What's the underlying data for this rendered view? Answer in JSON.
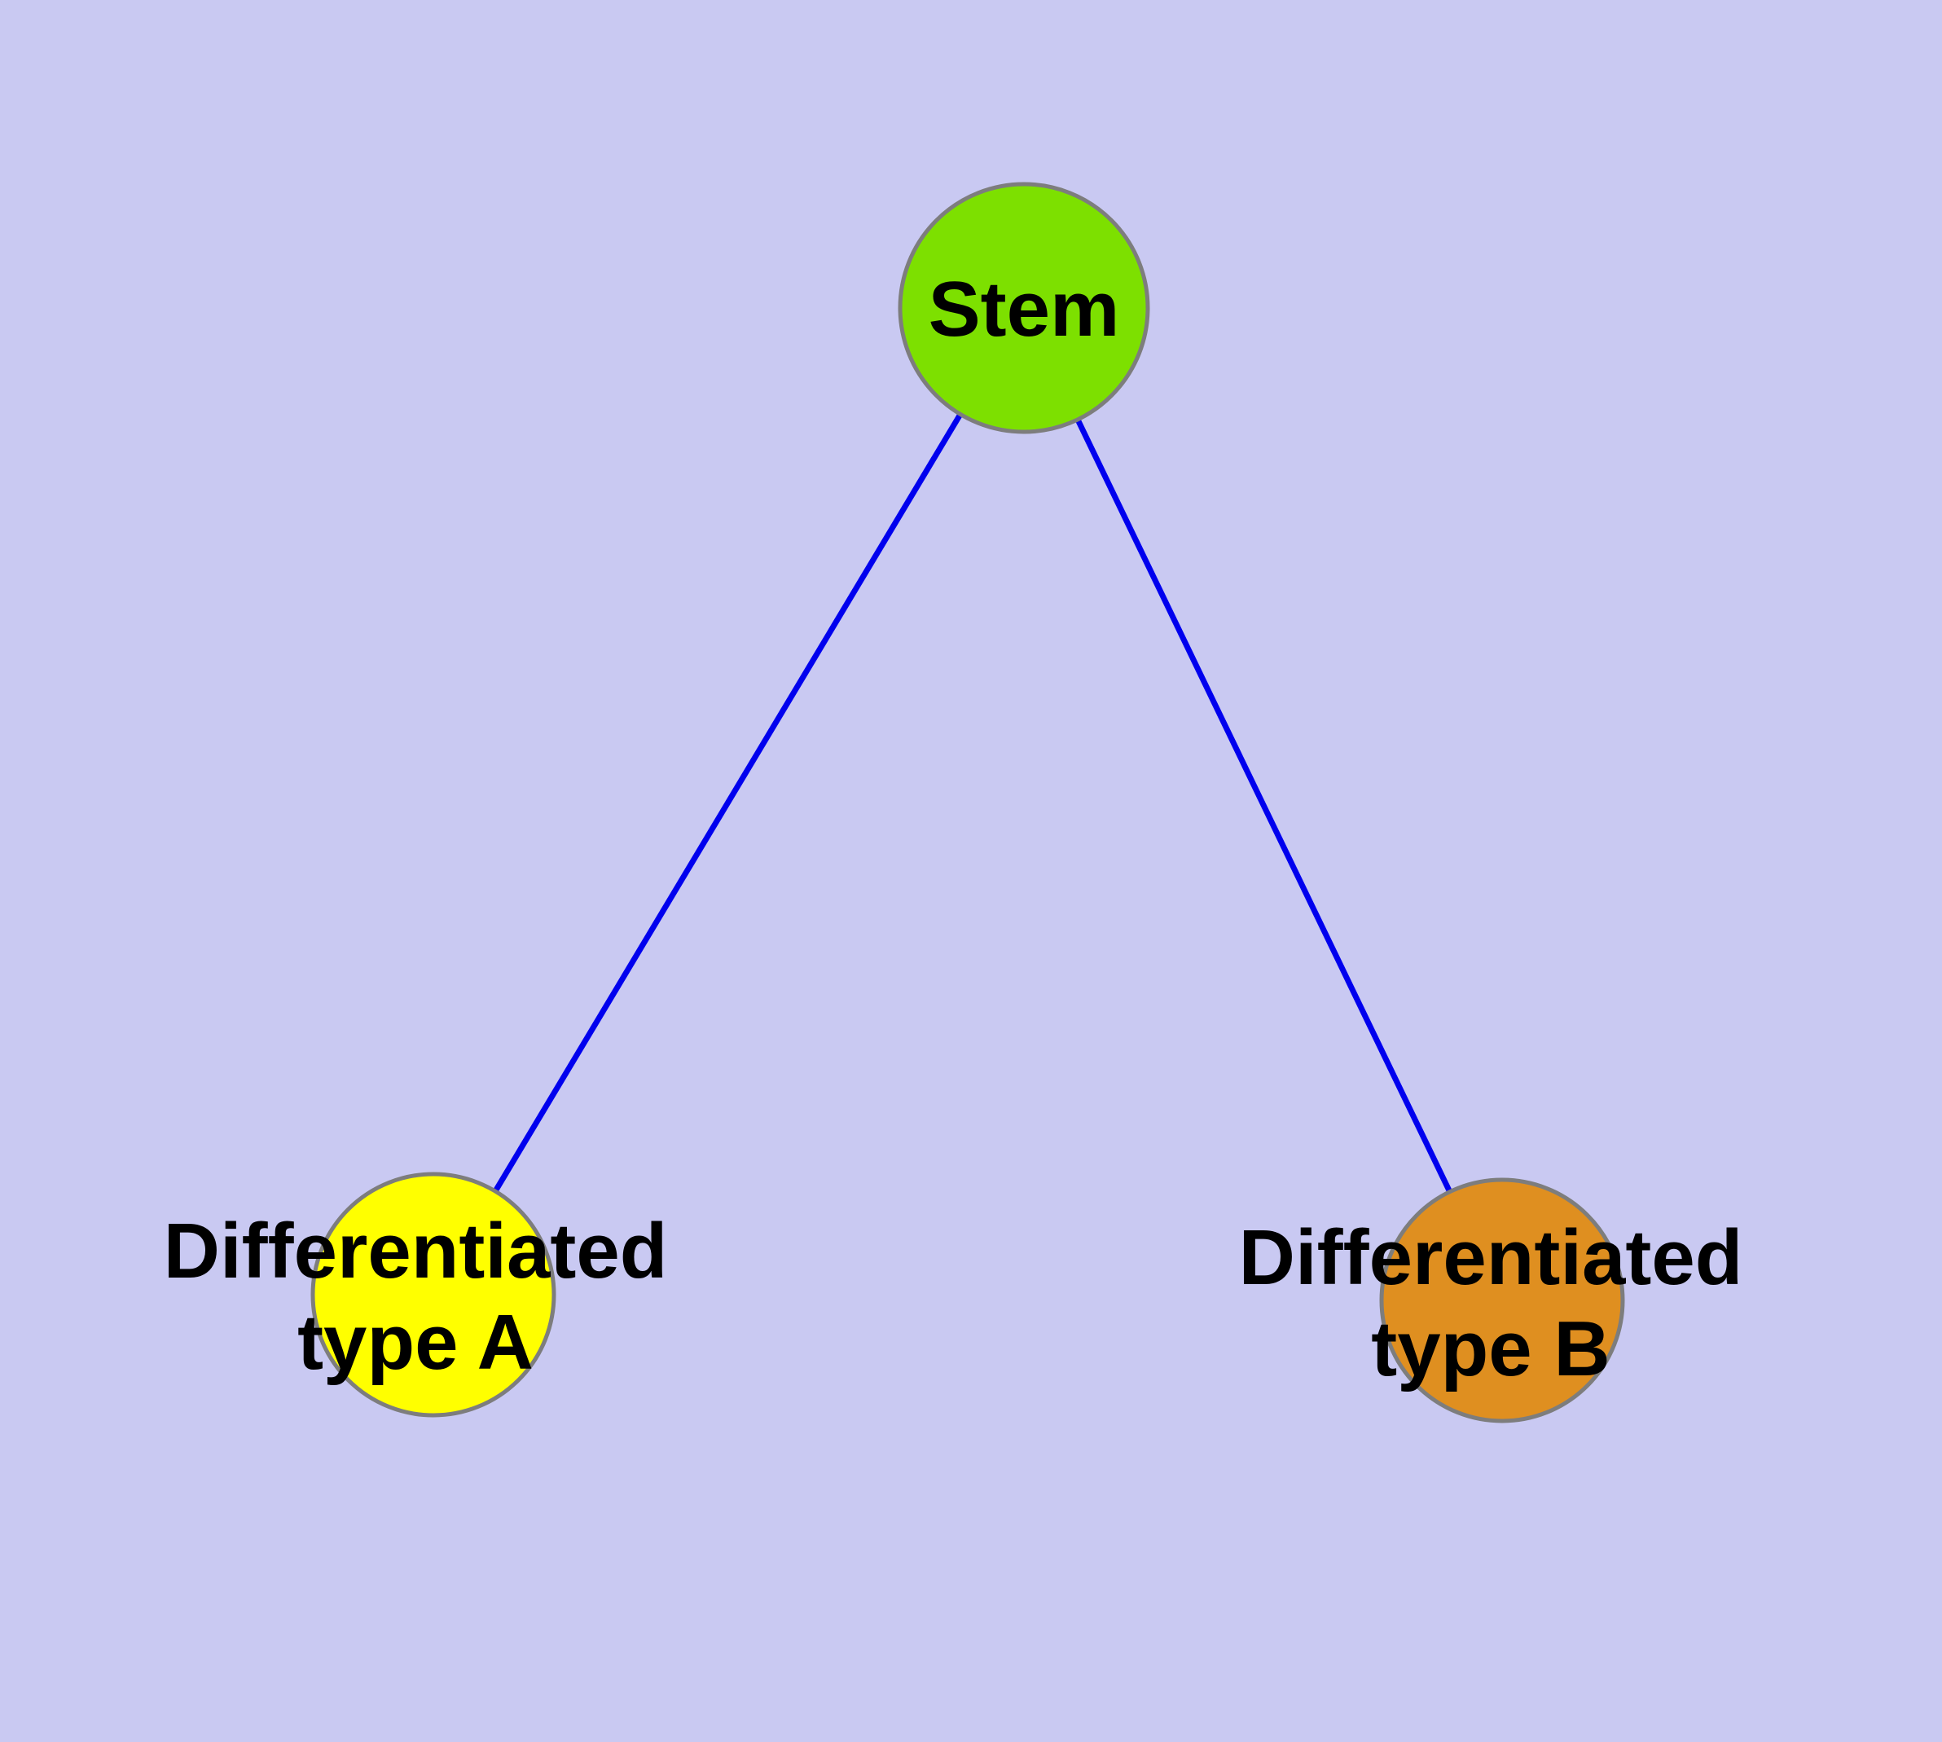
{
  "diagram": {
    "title": "",
    "background_color": "#c9c9f2",
    "edge_color": "#0000ee",
    "node_border_color": "#7d7d7d",
    "nodes": [
      {
        "id": "stem",
        "label": "Stem",
        "label_line1": "Stem",
        "label_line2": "",
        "color": "#7de000"
      },
      {
        "id": "type-a",
        "label": "Differentiated type A",
        "label_line1": "Differentiated",
        "label_line2": "type A",
        "color": "#ffff00"
      },
      {
        "id": "type-b",
        "label": "Differentiated type B",
        "label_line1": "Differentiated",
        "label_line2": "type B",
        "color": "#df8f20"
      }
    ],
    "edges": [
      {
        "from": "stem",
        "to": "type-a"
      },
      {
        "from": "stem",
        "to": "type-b"
      }
    ]
  }
}
